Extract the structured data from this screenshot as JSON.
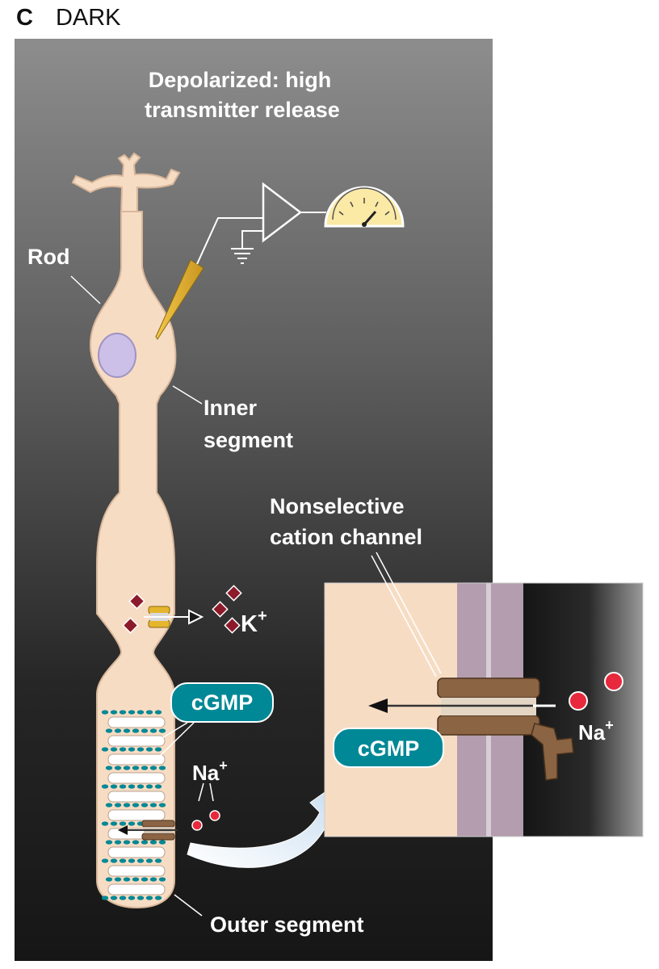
{
  "panel": {
    "letter": "C",
    "condition": "DARK"
  },
  "labels": {
    "state_line1": "Depolarized: high",
    "state_line2": "transmitter release",
    "rod": "Rod",
    "inner_line1": "Inner",
    "inner_line2": "segment",
    "outer": "Outer segment",
    "channel_line1": "Nonselective",
    "channel_line2": "cation channel",
    "cgmp": "cGMP",
    "cgmp_inset": "cGMP",
    "k_ion": "K",
    "na_ion": "Na",
    "na_ion_inset": "Na",
    "charge": "+"
  },
  "colors": {
    "cell": "#f7dcc4",
    "cell_outline": "#d9b89b",
    "nucleus": "#ccc0e8",
    "cgmp": "#008896",
    "sodium": "#e8283c",
    "potassium": "#8c1a2a",
    "channel": "#8b6444",
    "k_channel": "#e5b52d",
    "membrane": "#b39dae",
    "meter": "#fbe9a6"
  }
}
